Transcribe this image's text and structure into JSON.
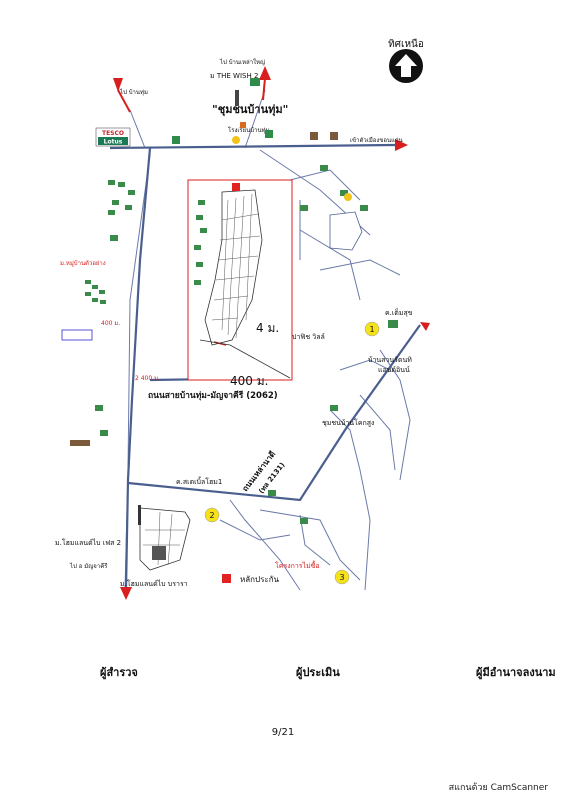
{
  "north_label": "ทิศเหนือ",
  "map": {
    "community_title": "\"ชุมชนบ้านทุ่ม\"",
    "the_wish": "ม THE WISH 2",
    "road_main": "ถนนสายบ้านทุ่ม-มัญจาคีรี (2062)",
    "road_diag_1": "ถนนเหล่านาดี",
    "road_diag_2": "(ทล 2131)",
    "dim_4m": "4 ม.",
    "dim_400m": "400 ม.",
    "dim_small_400": "400 ม.",
    "dim_small_2400": "2 400 ม.",
    "tesco_1": "TESCO",
    "tesco_2": "Lotus",
    "to_top_left": "ไป บ้านทุ่ม",
    "to_top_mid": "ไป บ้านเหล่าใหญ่",
    "to_right": "เข้าตัวเมืองขอนแก่น",
    "to_bottom_left": "ไป อ มัญจาคีรี",
    "lbl_khem_suk": "ค.เต็มสุข",
    "lbl_suan": "บ้านสวนรัตนทิ",
    "lbl_suan2": "แอนด์อินน์",
    "lbl_chumchon": "ชุมชนบ้านโคกสูง",
    "lbl_kadet": "ค.สเตเบิ้ลโฮม1",
    "lbl_project": "โครงการไม่ซื้อ",
    "lbl_mo_home2": "ม.โฮมแลนด์ไบ เฟส 2",
    "lbl_mo_home": "ม.โฮมแลนด์ไบ บรารา",
    "lbl_village_sign": "ม.หมู่บ้านตัวอย่าง",
    "lbl_park": "ปาฟิช วิลล์",
    "lbl_school": "โรงเรียนบ้านทุ่ม",
    "marker_1": "1",
    "marker_2": "2",
    "marker_3": "3",
    "legend_label": "หลักประกัน"
  },
  "signatures": {
    "surveyor": "ผู้สำรวจ",
    "appraiser": "ผู้ประเมิน",
    "authorizer": "ผู้มีอำนาจลงนาม"
  },
  "page_number": "9/21",
  "scanner_note": "สแกนด้วย CamScanner",
  "colors": {
    "road": "#5a6fa0",
    "arrow_red": "#d81e1e",
    "marker_yellow": "#f5e21b",
    "collateral_red": "#e02222",
    "building_green": "#3a8a4a"
  }
}
